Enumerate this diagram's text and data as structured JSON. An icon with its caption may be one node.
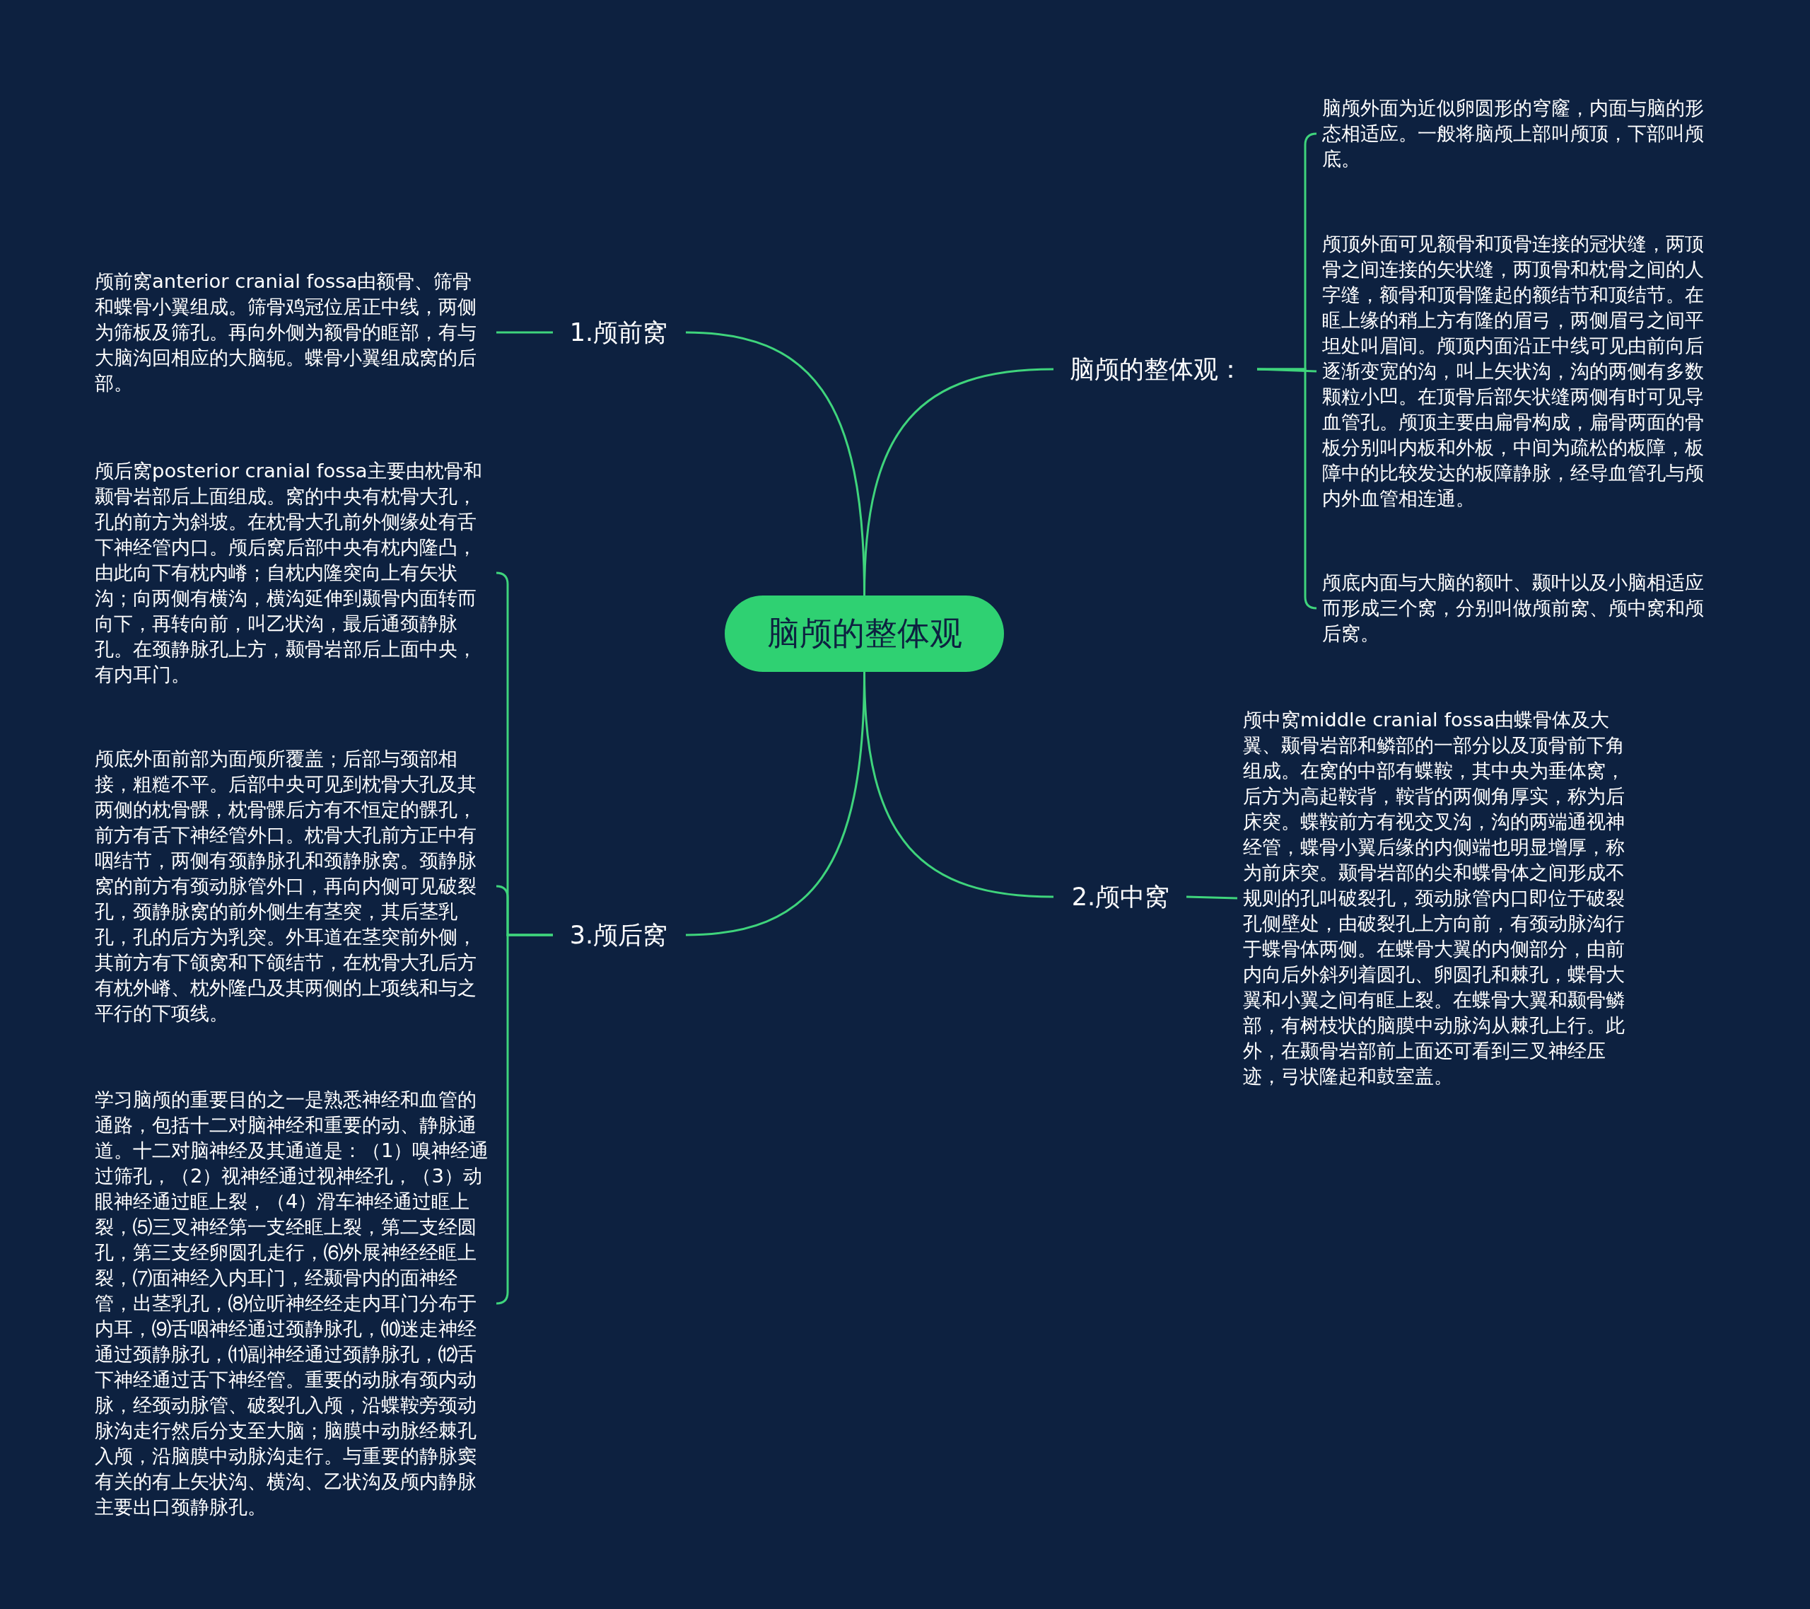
{
  "diagram": {
    "nodes": [
      {
        "text": [
          "脑颅的整体观"
        ]
      },
      {
        "text": [
          "1.颅前窝"
        ]
      },
      {
        "text": [
          "颅前窝anterior cranial fossa由额骨、筛骨和蝶骨小翼组成。筛骨鸡冠位居正中线，两侧为筛板及筛孔。再向外侧为额骨的眶部，有与大脑沟回相应的大脑轭。蝶骨小翼组成窝的后部。"
        ]
      },
      {
        "text": [
          "3.颅后窝"
        ]
      },
      {
        "text": [
          "颅后窝posterior cranial fossa主要由枕骨和颞骨岩部后上面组成。窝的中央有枕骨大孔，孔的前方为斜坡。在枕骨大孔前外侧缘处有舌下神经管内口。颅后窝后部中央有枕内隆凸，由此向下有枕内嵴；自枕内隆突向上有矢状沟；向两侧有横沟，横沟延伸到颞骨内面转而向下，再转向前，叫乙状沟，最后通颈静脉孔。在颈静脉孔上方，颞骨岩部后上面中央，有内耳门。"
        ]
      },
      {
        "text": [
          "颅底外面前部为面颅所覆盖；后部与颈部相接，粗糙不平。后部中央可见到枕骨大孔及其两侧的枕骨髁，枕骨髁后方有不恒定的髁孔，前方有舌下神经管外口。枕骨大孔前方正中有咽结节，两侧有颈静脉孔和颈静脉窝。颈静脉窝的前方有颈动脉管外口，再向内侧可见破裂孔，颈静脉窝的前外侧生有茎突，其后茎乳孔，孔的后方为乳突。外耳道在茎突前外侧，其前方有下颌窝和下颌结节，在枕骨大孔后方有枕外嵴、枕外隆凸及其两侧的上项线和与之平行的下项线。"
        ]
      },
      {
        "text": [
          "学习脑颅的重要目的之一是熟悉神经和血管的通路，包括十二对脑神经和重要的动、静脉通道。十二对脑神经及其通道是：（1）嗅神经通过筛孔，（2）视神经通过视神经孔，（3）动眼神经通过眶上裂，（4）滑车神经通过眶上裂，⑸三叉神经第一支经眶上裂，第二支经圆孔，第三支经卵圆孔走行，⑹外展神经经眶上裂，⑺面神经入内耳门，经颞骨内的面神经管，出茎乳孔，⑻位听神经经走内耳门分布于内耳，⑼舌咽神经通过颈静脉孔，⑽迷走神经通过颈静脉孔，⑾副神经通过颈静脉孔，⑿舌下神经通过舌下神经管。重要的动脉有颈内动脉，经颈动脉管、破裂孔入颅，沿蝶鞍旁颈动脉沟走行然后分支至大脑；脑膜中动脉经棘孔入颅，沿脑膜中动脉沟走行。与重要的静脉窦有关的有上矢状沟、横沟、乙状沟及颅内静脉主要出口颈静脉孔。"
        ]
      },
      {
        "text": [
          "脑颅的整体观："
        ]
      },
      {
        "text": [
          "脑颅外面为近似卵圆形的穹窿，内面与脑的形态相适应。一般将脑颅上部叫颅顶，下部叫颅底。"
        ]
      },
      {
        "text": [
          "颅顶外面可见额骨和顶骨连接的冠状缝，两顶骨之间连接的矢状缝，两顶骨和枕骨之间的人字缝，额骨和顶骨隆起的额结节和顶结节。在眶上缘的稍上方有隆的眉弓，两侧眉弓之间平坦处叫眉间。颅顶内面沿正中线可见由前向后逐渐变宽的沟，叫上矢状沟，沟的两侧有多数颗粒小凹。在顶骨后部矢状缝两侧有时可见导血管孔。颅顶主要由扁骨构成，扁骨两面的骨板分别叫内板和外板，中间为疏松的板障，板障中的比较发达的板障静脉，经导血管孔与颅内外血管相连通。"
        ]
      },
      {
        "text": [
          "颅底内面与大脑的额叶、颞叶以及小脑相适应而形成三个窝，分别叫做颅前窝、颅中窝和颅后窝。"
        ]
      },
      {
        "text": [
          "2.颅中窝"
        ]
      },
      {
        "text": [
          "颅中窝middle cranial fossa由蝶骨体及大翼、颞骨岩部和鳞部的一部分以及顶骨前下角组成。在窝的中部有蝶鞍，其中央为垂体窝，后方为高起鞍背，鞍背的两侧角厚实，称为后床突。蝶鞍前方有视交叉沟，沟的两端通视神经管，蝶骨小翼后缘的内侧端也明显增厚，称为前床突。颞骨岩部的尖和蝶骨体之间形成不规则的孔叫破裂孔，颈动脉管内口即位于破裂孔侧壁处，由破裂孔上方向前，有颈动脉沟行于蝶骨体两侧。在蝶骨大翼的内侧部分，由前内向后外斜列着圆孔、卵圆孔和棘孔，蝶骨大翼和小翼之间有眶上裂。在蝶骨大翼和颞骨鳞部，有树枝状的脑膜中动脉沟从棘孔上行。此外，在颞骨岩部前上面还可看到三叉神经压迹，弓状隆起和鼓室盖。"
        ]
      }
    ],
    "edges": [
      {
        "from": 0,
        "to": 1,
        "arrow": "none"
      },
      {
        "from": 1,
        "to": 2,
        "arrow": "none"
      },
      {
        "from": 0,
        "to": 3,
        "arrow": "none"
      },
      {
        "from": 3,
        "to": 4,
        "arrow": "none"
      },
      {
        "from": 3,
        "to": 5,
        "arrow": "none"
      },
      {
        "from": 3,
        "to": 6,
        "arrow": "none"
      },
      {
        "from": 0,
        "to": 7,
        "arrow": "none"
      },
      {
        "from": 7,
        "to": 8,
        "arrow": "none"
      },
      {
        "from": 7,
        "to": 9,
        "arrow": "none"
      },
      {
        "from": 7,
        "to": 10,
        "arrow": "none"
      },
      {
        "from": 0,
        "to": 11,
        "arrow": "none"
      },
      {
        "from": 11,
        "to": 12,
        "arrow": "none"
      }
    ]
  }
}
